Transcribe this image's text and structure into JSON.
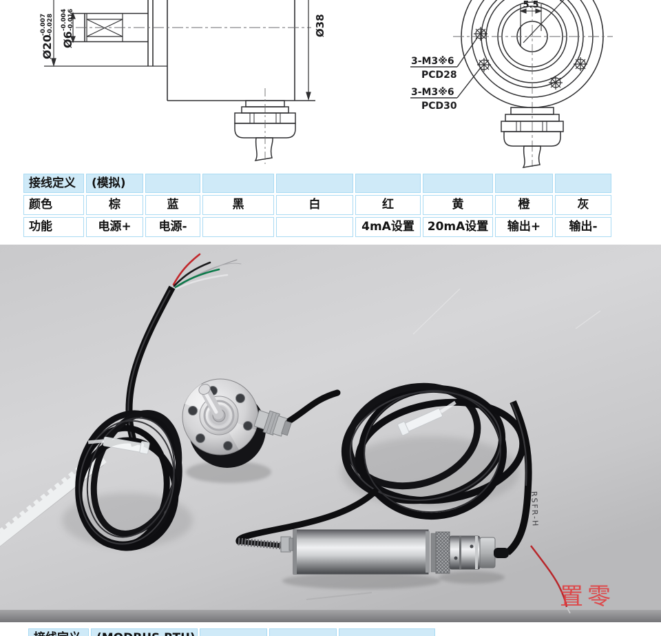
{
  "colors": {
    "table_border": "#a9daf3",
    "table_header_bg": "#cfeaf8",
    "watermark_red": "#e23c3e",
    "photo_background": "#cfcfd1"
  },
  "drawings": {
    "side_view": {
      "dim_shaft_mount": {
        "main": "Ø20",
        "tol_top": "-0.007",
        "tol_bottom": "-0.028"
      },
      "dim_shaft": {
        "main": "Ø6",
        "tol_top": "-0.004",
        "tol_bottom": "-0.016"
      },
      "dim_body": {
        "main": "Ø38"
      }
    },
    "front_view": {
      "dim_flat": "5.5",
      "callouts": [
        {
          "line1": "3-M3※6",
          "line2": "PCD28"
        },
        {
          "line1": "3-M3※6",
          "line2": "PCD30"
        }
      ]
    }
  },
  "analog_table": {
    "header": {
      "title": "接线定义",
      "subtitle": "(模拟)"
    },
    "rows": [
      {
        "label": "颜色",
        "cells": [
          "棕",
          "蓝",
          "黑",
          "白",
          "红",
          "黄",
          "橙",
          "灰"
        ]
      },
      {
        "label": "功能",
        "cells": [
          "电源+",
          "电源-",
          "",
          "",
          "4mA设置",
          "20mA设置",
          "输出+",
          "输出-"
        ]
      }
    ]
  },
  "photo": {
    "watermark": "置零",
    "cable_marking": "RSFR-H"
  },
  "modbus_table": {
    "header": {
      "title": "接线定义",
      "subtitle": "(MODBUS RTU)"
    }
  }
}
